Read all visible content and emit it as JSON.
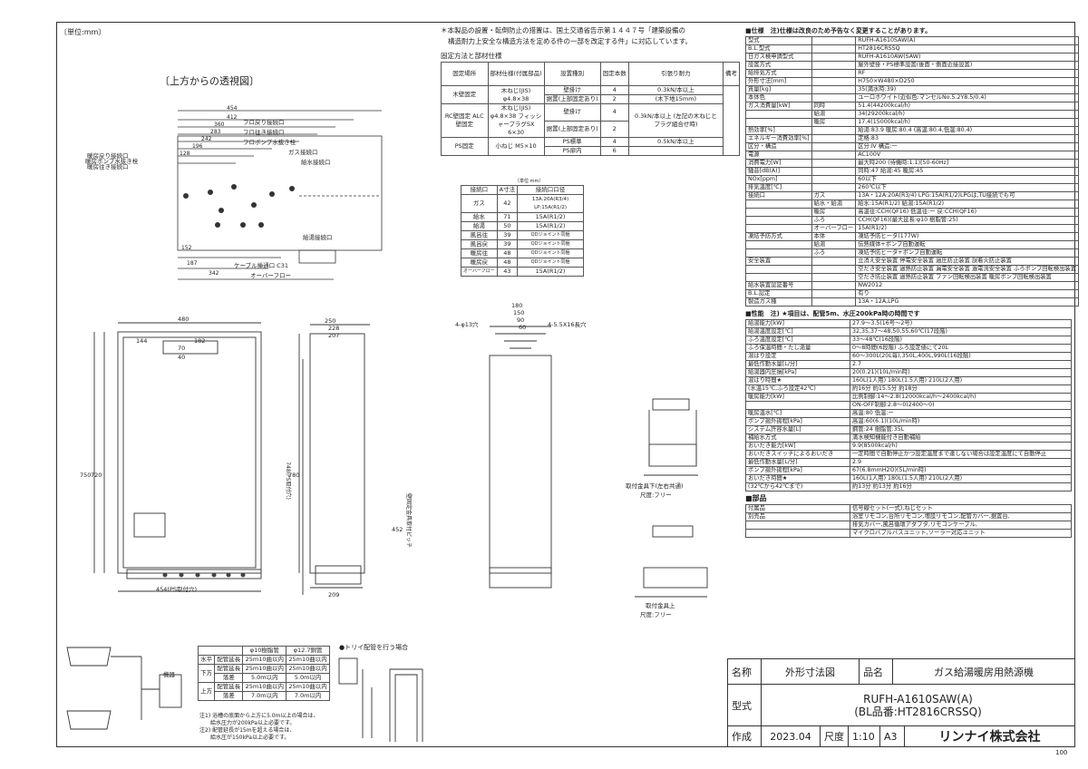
{
  "header": {
    "unit": "〔単位:mm〕",
    "notice1": "＊本製品の設置・転倒防止の措置は、国土交通省告示第１４４７号「建築設備の",
    "notice2": "構造耐力上安全な構造方法を定める件の一部を改定する件」に対応しています。",
    "fix_title": "固定方法と部材仕様",
    "top_view": "〔上方からの透視図〕"
  },
  "fix_table": {
    "headers": [
      "固定場所",
      "部材仕様(付属部品)",
      "設置種別",
      "固定本数",
      "引張り耐力",
      "備考"
    ],
    "rows": [
      [
        "木壁固定",
        "木ねじ(JIS) φ4.8×38",
        "壁掛け",
        "4",
        "0.3kN/本以上",
        ""
      ],
      [
        "",
        "",
        "据置(上部固定あり)",
        "2",
        "(木下地15mm)",
        ""
      ],
      [
        "RC壁固定 ALC壁固定",
        "木ねじ(JIS) φ4.8×38 フィッシャープラグSX 6×30",
        "壁掛け",
        "4",
        "0.3kN/本以上 (左記の木ねじと プラグ組合せ時)",
        ""
      ],
      [
        "",
        "",
        "据置(上部固定あり)",
        "2",
        "",
        ""
      ],
      [
        "PS固定",
        "小ねじ M5×10",
        "PS標準",
        "4",
        "0.5kN/本以上",
        ""
      ],
      [
        "",
        "",
        "PS扉内",
        "6",
        "",
        ""
      ]
    ]
  },
  "conn_table": {
    "unit": "〔単位:mm〕",
    "headers": [
      "接続口",
      "A寸法",
      "接続口口径"
    ],
    "rows": [
      [
        "ガス",
        "42",
        "13A:20A(R3/4) LP:15A(R1/2)"
      ],
      [
        "給水",
        "71",
        "15A(R1/2)"
      ],
      [
        "給湯",
        "50",
        "15A(R1/2)"
      ],
      [
        "風呂往",
        "39",
        "QDジョイント同梱"
      ],
      [
        "風呂戻",
        "39",
        "QDジョイント同梱"
      ],
      [
        "暖房往",
        "48",
        "QDジョイント同梱"
      ],
      [
        "暖房戻",
        "48",
        "QDジョイント同梱"
      ],
      [
        "オーバーフロー",
        "43",
        "15A(R1/2)"
      ]
    ]
  },
  "spec": {
    "title": "■仕様　注)仕様は改良のため予告なく変更することがあります。",
    "rows": [
      [
        "型式",
        "",
        "RUFH-A1610SAW(A)"
      ],
      [
        "B.L.型式",
        "",
        "HT2816CRSSQ"
      ],
      [
        "日ガス検申請型式",
        "",
        "RUFH-A1610AW(SAW)"
      ],
      [
        "設置方式",
        "",
        "屋外壁掛・PS標準設置(後面・側面近接設置)"
      ],
      [
        "給排気方式",
        "",
        "RF"
      ],
      [
        "外形寸法[mm]",
        "",
        "H750×W480×D250"
      ],
      [
        "質量[kg]",
        "",
        "35(満水時:39)"
      ],
      [
        "本体色",
        "",
        "ユーロホワイト(近似色:マンセルNo.5.2Y8.5/0.4)"
      ],
      [
        "ガス消費量[kW]",
        "同時",
        "51.4(44200kcal/h)"
      ],
      [
        "",
        "給湯",
        "34(29200kcal/h)"
      ],
      [
        "",
        "暖房",
        "17.4(15000kcal/h)"
      ],
      [
        "熱効率[%]",
        "",
        "給湯:83.9 暖房:80.4 (高温:80.4,低温:80.4)"
      ],
      [
        "エネルギー消費効率[%]",
        "",
        "定格:83"
      ],
      [
        "区分・構造",
        "",
        "区分:Ⅳ 構造:ー"
      ],
      [
        "電源",
        "",
        "AC100V"
      ],
      [
        "消費電力[W]",
        "",
        "最大時200 (待機時:1.1)[50-60Hz]"
      ],
      [
        "騒音[dB(A)]",
        "",
        "同時:47 給湯:45 暖房:45"
      ],
      [
        "NOx[ppm]",
        "",
        "60以下"
      ],
      [
        "排気温度[℃]",
        "",
        "260℃以下"
      ],
      [
        "接続口",
        "ガス",
        "13A・12A:20A(R3/4) LPG:15A(R1/2)LPGは,TU接続でも可"
      ],
      [
        "",
        "給水・給湯",
        "給水:15A(R1/2) 給湯:15A(R1/2)"
      ],
      [
        "",
        "暖房",
        "高温往:CCH(QF16) 低温往:ー 戻:CCH(QF16)"
      ],
      [
        "",
        "ふろ",
        "CCH(QF16)(最大延長:φ10 樹脂管:25)"
      ],
      [
        "",
        "オーバーフロー",
        "15A(R1/2)"
      ],
      [
        "凍結予防方式",
        "本体",
        "凍結予防ヒータ(177W)"
      ],
      [
        "",
        "給湯",
        "伝熱媒体+ポンプ自動運転"
      ],
      [
        "",
        "ふろ",
        "凍結予防ヒータ+ポンプ自動運転"
      ],
      [
        "安全装置",
        "",
        "立消え安全装置 停電安全装置 過圧防止装置 誤着火防止装置"
      ],
      [
        "",
        "",
        "空だき安全装置 過熱防止装置 漏電安全装置 過電流安全装置 ふろポンプ回転検出装置"
      ],
      [
        "",
        "",
        "空だき防止装置 過熱防止装置 ファン回転検出装置 暖房ポンプ回転検出装置"
      ],
      [
        "給水装置認証番号",
        "",
        "NW2012"
      ],
      [
        "B.L.認定",
        "",
        "有り"
      ],
      [
        "製造ガス種",
        "",
        "13A・12A,LPG"
      ]
    ],
    "perf_title": "■性能　注) ★項目は、配管5m、水圧200kPa時の時間です",
    "perf": [
      [
        "給湯能力[kW]",
        "27.9～3.5(16号～2号)"
      ],
      [
        "給湯温度設定[℃]",
        "32,35,37～48,50,55,60℃(17段階)"
      ],
      [
        "ふろ温度設定[℃]",
        "33～48℃(16段階)"
      ],
      [
        "ふろ保温時間・たし湯量",
        "0～8時間(6段階) ふろ設定値にて20L"
      ],
      [
        "湯はり設定",
        "60～300L(20L毎),350L,400L,990L(16段階)"
      ],
      [
        "最低作動水量[L/分]",
        "2.7"
      ],
      [
        "給湯器内圧損[kPa]",
        "20(0.21)(10L/min時)"
      ],
      [
        "湯はり時間★",
        "160L(1人用) 180L(1.5人用) 210L(2人用)"
      ],
      [
        "(水温15℃,ふろ設定42℃)",
        "約16分 約15.5分 約18分"
      ],
      [
        "暖房能力[kW]",
        "比例制御:14～2.8(12000kcal/h～2400kcal/h)"
      ],
      [
        "",
        "ON-OFF制御:2.8～0(2400～0)"
      ],
      [
        "暖房温水[℃]",
        "高温:80 低温:ー"
      ],
      [
        "ポンプ揚外揚程[kPa]",
        "高温:60(6.1)(10L/min時)"
      ],
      [
        "システム許容水量[L]",
        "鋼管:24 樹脂管:35L"
      ],
      [
        "補給水方式",
        "満水検知機能付き自動補給"
      ],
      [
        "おいだき能力[kW]",
        "9.9(8500kcal/h)"
      ],
      [
        "おいだきスイッチによるおいだき",
        "一定時間で自動停止かつ設定温度まで達しない場合は設定温度にて自動停止"
      ],
      [
        "最低作動水量[L/分]",
        "2.9"
      ],
      [
        "ポンプ揚外揚程[kPa]",
        "67(6.8mmH2O)(5L/min時)"
      ],
      [
        "おいだき時間★",
        "160L(1人用) 180L(1.5人用) 210L(2人用)"
      ],
      [
        "(32℃から42℃まで)",
        "約13分 約13分 約16分"
      ]
    ],
    "parts_title": "■部品",
    "parts": [
      [
        "付属品",
        "信号線セット(一式),ねじセット"
      ],
      [
        "別売品",
        "浴室リモコン,台所リモコン,増設リモコン,配管カバー,据置台,"
      ],
      [
        "",
        "排気カバー,風呂循環アダプタ,リモコンケーブル,"
      ],
      [
        "",
        "マイクロバブルバスユニット,ソーラー対応ユニット"
      ]
    ]
  },
  "labels": {
    "pipes": [
      "暖房ポンプ水抜き栓",
      "暖房戻り接続口",
      "暖房往き接続口",
      "フロ戻り接続口",
      "フロ往き接続口",
      "フロポンプ水抜き栓",
      "ガス接続口",
      "給水接続口",
      "給湯接続口",
      "ケーブル挿通口 C31",
      "オーバーフロー"
    ],
    "bracket_top": "取付金具下(左右共通)",
    "bracket_top_scale": "尺度:フリー",
    "bracket_bot": "取付金具上",
    "bracket_bot_scale": "尺度:フリー",
    "dims_front": [
      "480",
      "144",
      "182",
      "70",
      "40",
      "750",
      "720",
      "454(PS取付穴)"
    ],
    "dims_side": [
      "250",
      "228",
      "207",
      "780",
      "209",
      "452"
    ],
    "dims_bracket": [
      "180",
      "150",
      "90",
      "60",
      "4-φ13穴",
      "4-5.5X16長穴"
    ],
    "pitch": "壁固定金具取付ピッチ",
    "ps_note": "748(PS取付穴)",
    "trap": "●トリイ配管を行う場合",
    "pipe_table_headers": [
      "",
      "",
      "φ10樹脂管",
      "φ12.7銅管"
    ],
    "pipe_table": [
      [
        "水平",
        "配管延長",
        "25m10曲以内",
        "25m10曲以内"
      ],
      [
        "下方",
        "配管延長",
        "25m10曲以内",
        "25m10曲以内"
      ],
      [
        "",
        "落差",
        "5.0m以内",
        "5.0m以内"
      ],
      [
        "上方",
        "配管延長",
        "25m10曲以内",
        "25m10曲以内"
      ],
      [
        "",
        "落差",
        "7.0m以内",
        "7.0m以内"
      ]
    ],
    "notes": [
      "注1) 浴槽の底面から上方に5.0m以上の場合は、",
      "給水圧力が200kPa以上必要です。",
      "注2) 配管延長が15mを超える場合は、",
      "給水圧が150kPa以上必要です。"
    ],
    "heater": "機器"
  },
  "title_block": {
    "name_label": "名称",
    "name": "外形寸法図",
    "product_label": "品名",
    "product": "ガス給湯暖房用熱源機",
    "model_label": "型式",
    "model1": "RUFH-A1610SAW(A)",
    "model2": "(BL品番:HT2816CRSSQ)",
    "made_label": "作成",
    "date": "2023.04",
    "scale_label": "尺度",
    "scale": "1:10",
    "size": "A3",
    "company": "リンナイ株式会社",
    "page": "100"
  }
}
